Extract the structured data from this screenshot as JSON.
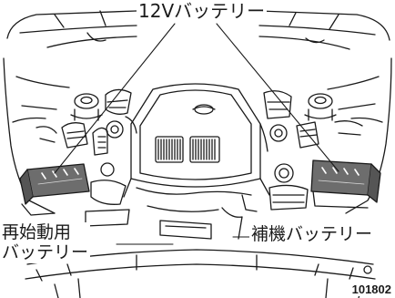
{
  "labels": {
    "battery_12v": "12Vバッテリー",
    "restart_battery_line1": "再始動用",
    "restart_battery_line2": "バッテリー",
    "auxiliary_battery": "補機バッテリー"
  },
  "figure_id": "101802"
}
